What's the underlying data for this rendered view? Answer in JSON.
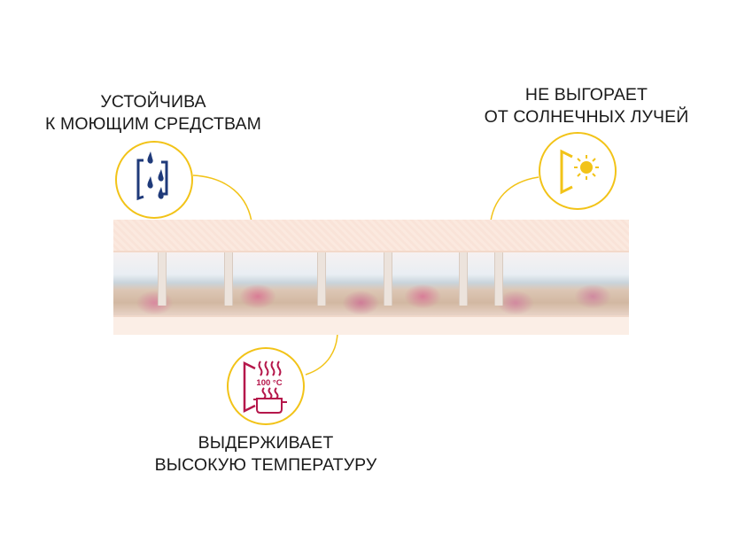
{
  "features": [
    {
      "id": "detergent",
      "lines": [
        "УСТОЙЧИВА",
        "К МОЮЩИМ СРЕДСТВАМ"
      ],
      "icon": "water-drops-on-tile-icon",
      "color": "#1f3a7a"
    },
    {
      "id": "sun",
      "lines": [
        "НЕ ВЫГОРАЕТ",
        "ОТ СОЛНЕЧНЫХ ЛУЧЕЙ"
      ],
      "icon": "sun-on-tile-icon",
      "color": "#f2c318"
    },
    {
      "id": "heat",
      "lines": [
        "ВЫДЕРЖИВАЕТ",
        "ВЫСОКУЮ ТЕМПЕРАТУРУ"
      ],
      "icon": "hot-pot-icon",
      "color": "#b5174b",
      "icon_text": "100 °C"
    }
  ],
  "accent_color": "#f2c318"
}
